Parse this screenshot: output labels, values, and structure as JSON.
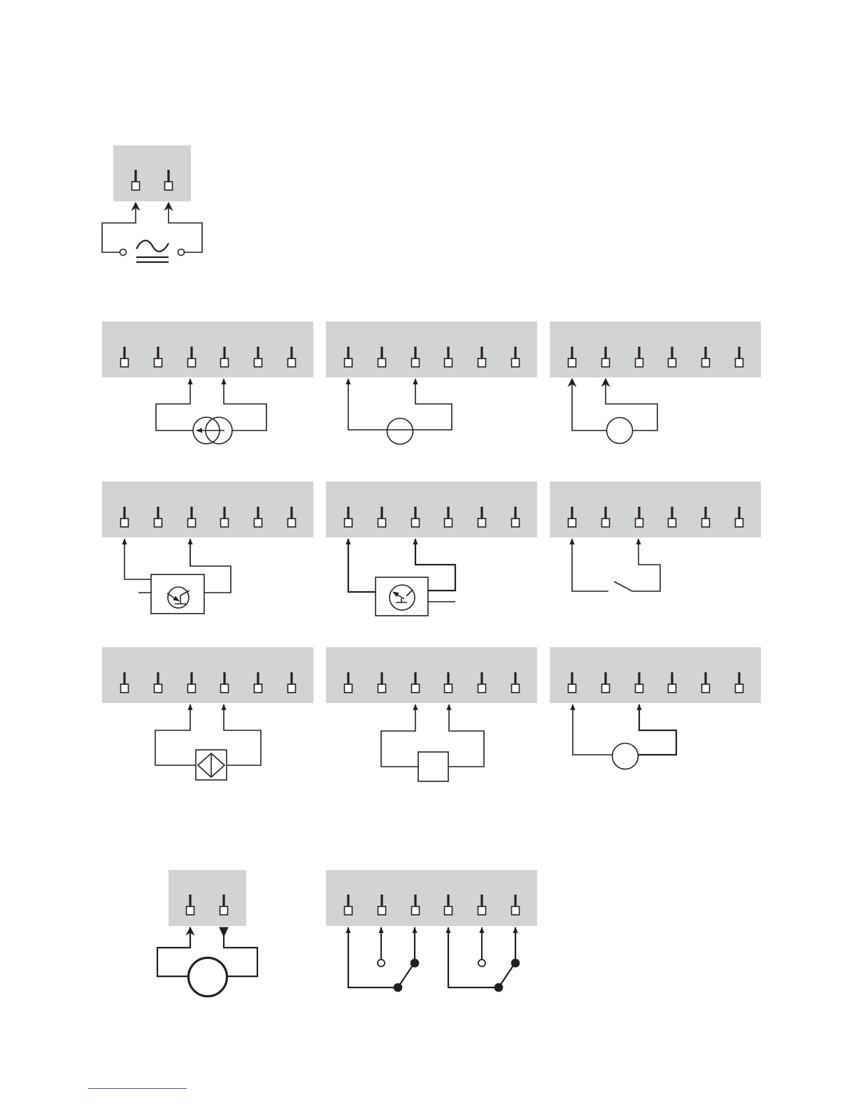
{
  "diagram": {
    "colors": {
      "panel": "#d1d3d4",
      "wire": "#231f20",
      "background": "#ffffff",
      "link_line": "#3a4fd0"
    },
    "sections": [
      {
        "name": "power-supply-connection",
        "symbol": "ac-power-source-icon"
      },
      {
        "name": "input-connections",
        "symbols": [
          "current-source-icon",
          "voltage-source-icon",
          "sensor-circle-icon",
          "pnp-transistor-icon",
          "npn-transistor-icon",
          "contact-switch-icon",
          "inductive-sensor-icon",
          "square-sensor-icon",
          "small-sensor-circle-icon"
        ]
      },
      {
        "name": "output-connections",
        "symbols": [
          "load-circle-icon",
          "relay-changeover-icon"
        ]
      }
    ]
  }
}
